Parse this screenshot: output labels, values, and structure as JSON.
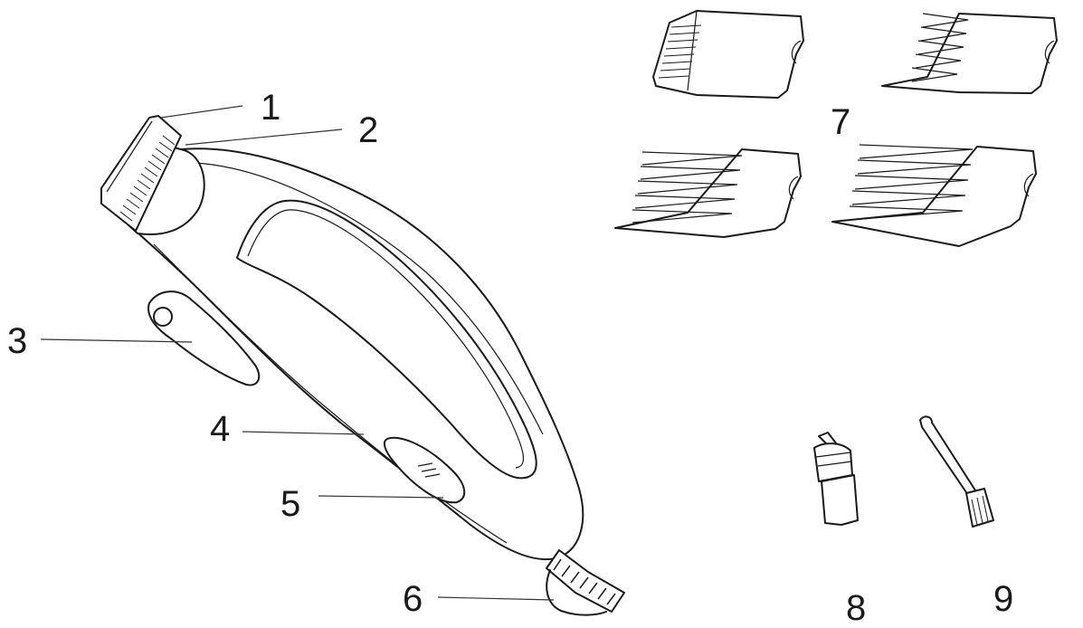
{
  "callouts": [
    {
      "id": "c1",
      "label": "1"
    },
    {
      "id": "c2",
      "label": "2"
    },
    {
      "id": "c3",
      "label": "3"
    },
    {
      "id": "c4",
      "label": "4"
    },
    {
      "id": "c5",
      "label": "5"
    },
    {
      "id": "c6",
      "label": "6"
    },
    {
      "id": "c7",
      "label": "7"
    },
    {
      "id": "c8",
      "label": "8"
    },
    {
      "id": "c9",
      "label": "9"
    }
  ],
  "colors": {
    "line": "#1a1a1a",
    "background": "#ffffff"
  }
}
